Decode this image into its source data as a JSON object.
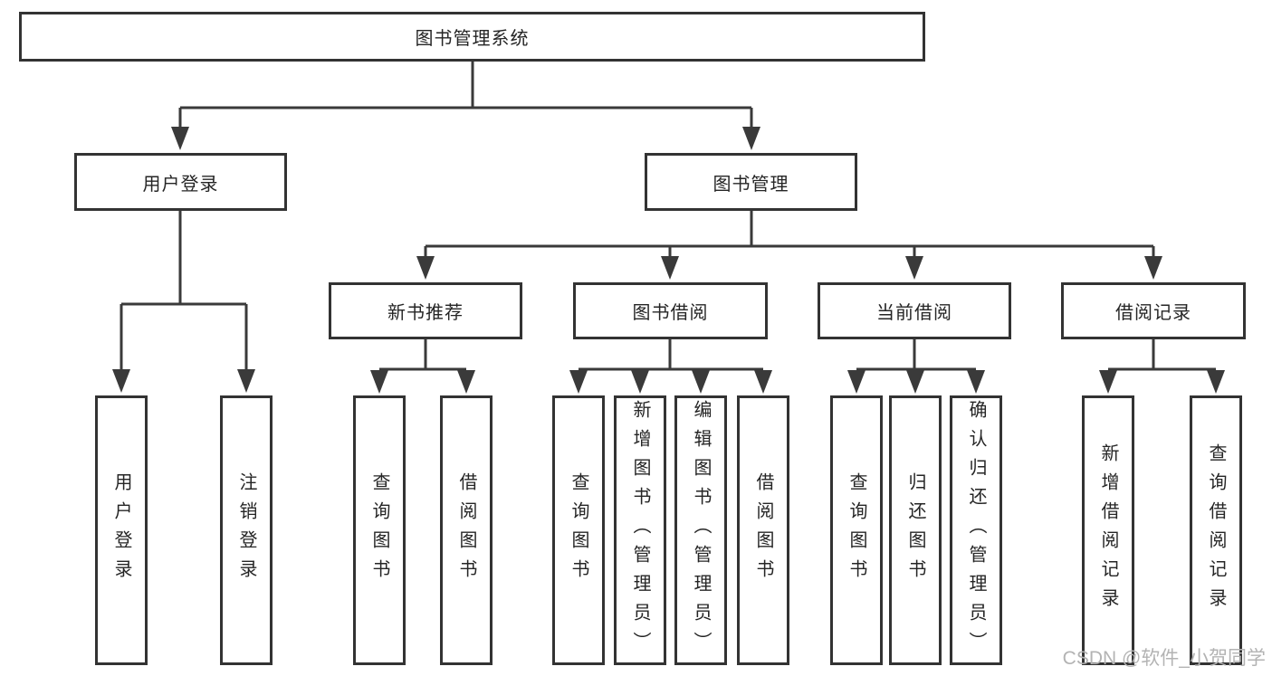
{
  "diagram": {
    "type": "hierarchy-tree",
    "root": {
      "label": "图书管理系统",
      "children": [
        {
          "label": "用户登录",
          "children": [
            {
              "label": "用户登录"
            },
            {
              "label": "注销登录"
            }
          ]
        },
        {
          "label": "图书管理",
          "children": [
            {
              "label": "新书推荐",
              "children": [
                {
                  "label": "查询图书"
                },
                {
                  "label": "借阅图书"
                }
              ]
            },
            {
              "label": "图书借阅",
              "children": [
                {
                  "label": "查询图书"
                },
                {
                  "label": "新增图书（管理员）"
                },
                {
                  "label": "编辑图书（管理员）"
                },
                {
                  "label": "借阅图书"
                }
              ]
            },
            {
              "label": "当前借阅",
              "children": [
                {
                  "label": "查询图书"
                },
                {
                  "label": "归还图书"
                },
                {
                  "label": "确认归还（管理员）"
                }
              ]
            },
            {
              "label": "借阅记录",
              "children": [
                {
                  "label": "新增借阅记录"
                },
                {
                  "label": "查询借阅记录"
                }
              ]
            }
          ]
        }
      ]
    }
  },
  "watermark": {
    "text": "CSDN @软件_小贺同学"
  },
  "colors": {
    "background": "#ffffff",
    "box_border": "#333333",
    "connector_line": "#3a3a3a",
    "text": "#252525",
    "watermark": "#b3b3b3"
  }
}
